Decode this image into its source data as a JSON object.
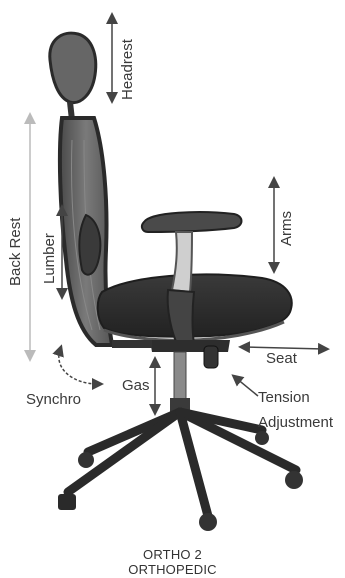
{
  "labels": {
    "headrest": "Headrest",
    "back_rest": "Back Rest",
    "lumber": "Lumber",
    "arms": "Arms",
    "seat": "Seat",
    "synchro": "Synchro",
    "gas": "Gas",
    "tension": "Tension",
    "adjustment": "Adjustment"
  },
  "caption": {
    "model": "ORTHO 2",
    "type": "ORTHOPEDIC"
  },
  "colors": {
    "chair_dark": "#2a2a2a",
    "chair_mid": "#555555",
    "mesh": "#6a6a6a",
    "text": "#3a3a3a",
    "arrow": "#444444",
    "back_rest_arrow": "#bbbbbb"
  }
}
